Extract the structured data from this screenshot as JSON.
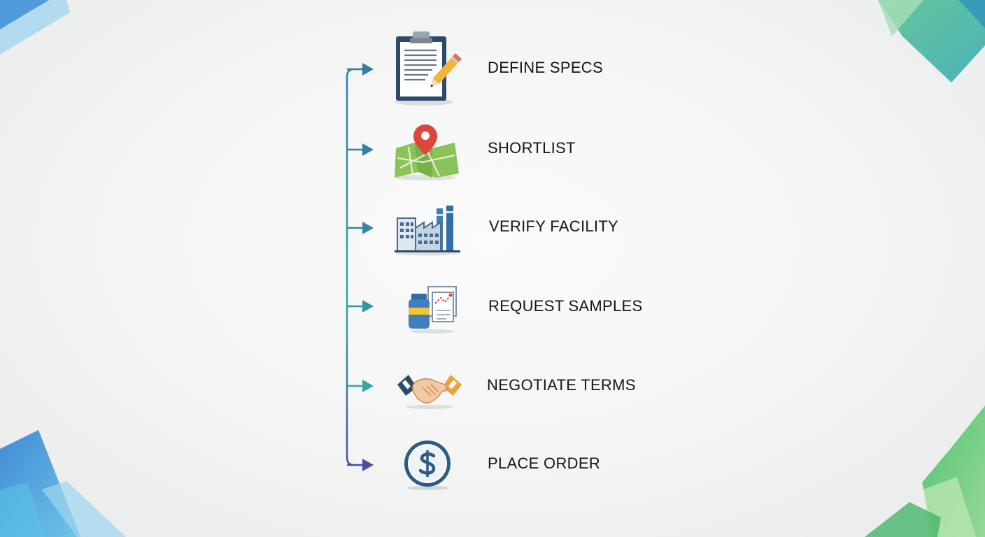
{
  "steps": [
    {
      "label": "DEFINE SPECS",
      "icon": "clipboard-icon"
    },
    {
      "label": "SHORTLIST",
      "icon": "map-pin-icon"
    },
    {
      "label": "VERIFY FACILITY",
      "icon": "factory-icon"
    },
    {
      "label": "REQUEST SAMPLES",
      "icon": "sample-bottle-icon"
    },
    {
      "label": "NEGOTIATE TERMS",
      "icon": "handshake-icon"
    },
    {
      "label": "PLACE ORDER",
      "icon": "dollar-coin-icon"
    }
  ],
  "colors": {
    "connector_top": "#2f7fa8",
    "connector_mid": "#35a6a0",
    "connector_bottom": "#4a4f9e",
    "deco_blue": "#3f8fd8",
    "deco_green": "#46b56a",
    "deco_teal": "#3fb3a6"
  }
}
